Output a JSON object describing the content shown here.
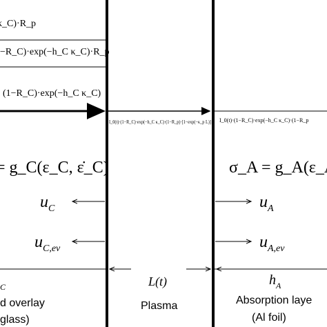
{
  "equations": {
    "top_reflect": "κ_C)·R_p",
    "second_reflect": "−R_C)·exp(−h_C κ_C)·R_p",
    "incident": "(1−R_C)·exp(−h_C κ_C)",
    "plasma_transmit": "I_0(t)·(1−R_C)·exp(−h_C κ_C)·(1−R_p)·[1−exp(−κ_p L)]",
    "absorption_incident": "I_0(t)·(1−R_C)·exp(−h_C κ_C)·(1−R_p",
    "left_const": "= g_C(ε_C, ε̇_C)",
    "right_const": "σ_A = g_A(ε_A, ε̇"
  },
  "velocities": {
    "uc": "u",
    "uc_sub": "C",
    "ucev": "u",
    "ucev_sub": "C,ev",
    "ua": "u",
    "ua_sub": "A",
    "uaev": "u",
    "uaev_sub": "A,ev"
  },
  "dimensions": {
    "hc": "C",
    "plasma_length": "L(t)",
    "ha": "h",
    "ha_sub": "A"
  },
  "labels": {
    "left_layer_line1": "d overlay",
    "left_layer_line2": "glass)",
    "plasma": "Plasma",
    "right_layer_line1": "Absorption laye",
    "right_layer_line2": "(Al foil)"
  }
}
